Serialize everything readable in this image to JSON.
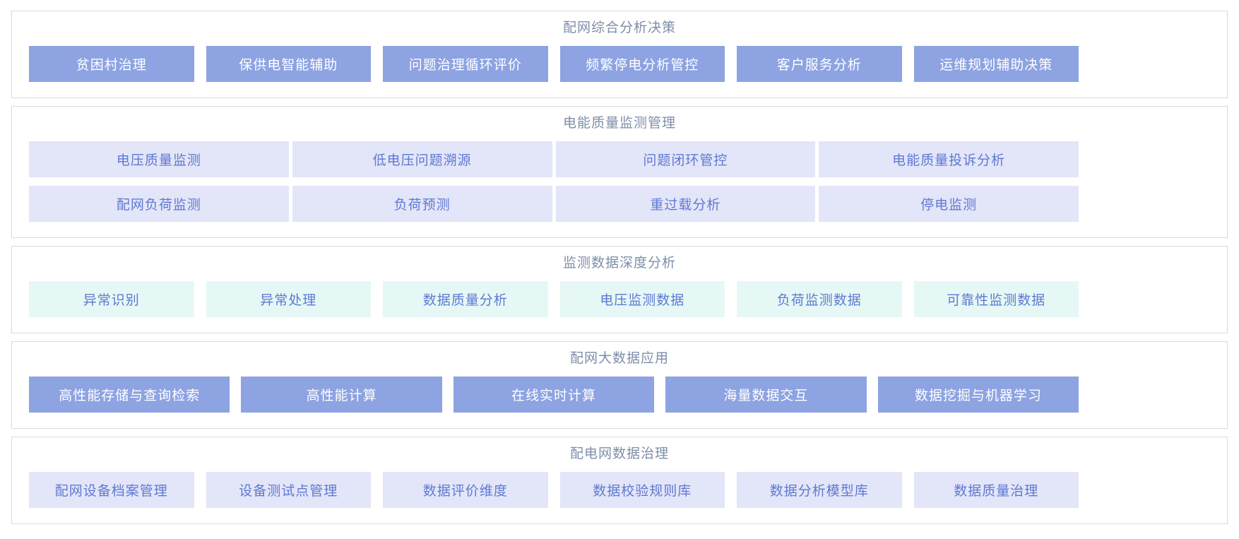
{
  "colors": {
    "page_background": "#ffffff",
    "panel_border": "#d8dadc",
    "section_title_text": "#7e8ea9",
    "solid_button_background": "#8da3e2",
    "solid_button_text": "#ffffff",
    "lavender_button_background": "#e3e5f8",
    "mint_button_background": "#e6f8f6",
    "light_button_text": "#5e79d2"
  },
  "sections": [
    {
      "title": "配网综合分析决策",
      "style": "solid",
      "rows": [
        [
          "贫困村治理",
          "保供电智能辅助",
          "问题治理循环评价",
          "频繁停电分析管控",
          "客户服务分析",
          "运维规划辅助决策"
        ]
      ]
    },
    {
      "title": "电能质量监测管理",
      "style": "lavender",
      "rows": [
        [
          "电压质量监测",
          "低电压问题溯源",
          "问题闭环管控",
          "电能质量投诉分析"
        ],
        [
          "配网负荷监测",
          "负荷预测",
          "重过载分析",
          "停电监测"
        ]
      ]
    },
    {
      "title": "监测数据深度分析",
      "style": "mint",
      "rows": [
        [
          "异常识别",
          "异常处理",
          "数据质量分析",
          "电压监测数据",
          "负荷监测数据",
          "可靠性监测数据"
        ]
      ]
    },
    {
      "title": "配网大数据应用",
      "style": "solid",
      "rows": [
        [
          "高性能存储与查询检索",
          "高性能计算",
          "在线实时计算",
          "海量数据交互",
          "数据挖掘与机器学习"
        ]
      ]
    },
    {
      "title": "配电网数据治理",
      "style": "lavender",
      "rows": [
        [
          "配网设备档案管理",
          "设备测试点管理",
          "数据评价维度",
          "数据校验规则库",
          "数据分析模型库",
          "数据质量治理"
        ]
      ]
    }
  ]
}
